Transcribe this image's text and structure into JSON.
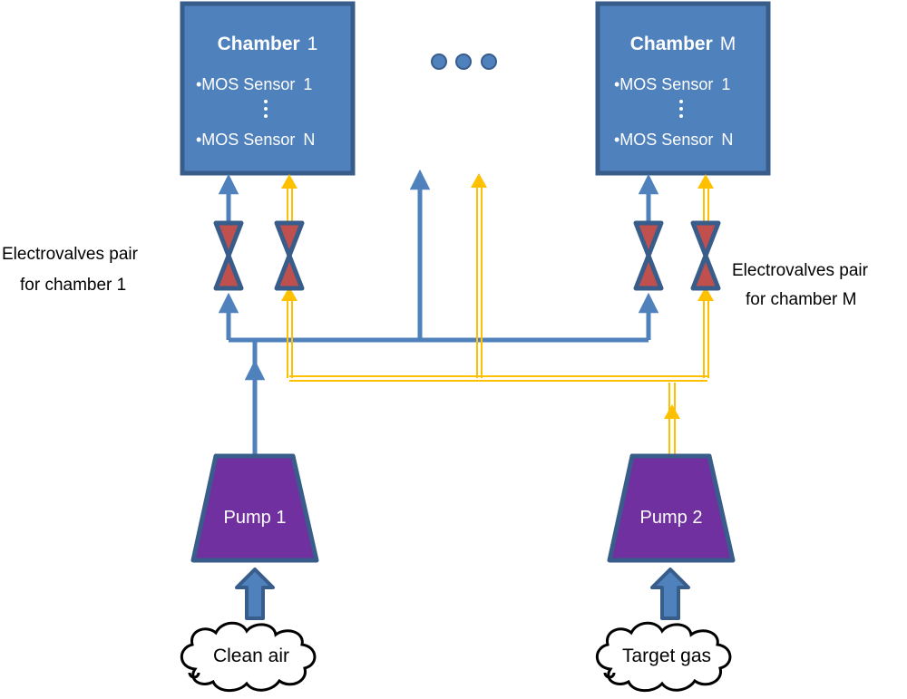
{
  "chambers": [
    {
      "title": "Chamber",
      "index": "1",
      "sensor_first": "•MOS Sensor",
      "sensor_first_idx": "1",
      "sensor_last": "•MOS Sensor",
      "sensor_last_idx": "N"
    },
    {
      "title": "Chamber",
      "index": "M",
      "sensor_first": "•MOS Sensor",
      "sensor_first_idx": "1",
      "sensor_last": "•MOS Sensor",
      "sensor_last_idx": "N"
    }
  ],
  "valve_labels": {
    "left_line1": "Electrovalves pair",
    "left_line2": "for chamber 1",
    "right_line1": "Electrovalves pair",
    "right_line2": "for chamber M"
  },
  "pumps": [
    {
      "label": "Pump 1"
    },
    {
      "label": "Pump 2"
    }
  ],
  "sources": [
    {
      "label": "Clean air"
    },
    {
      "label": "Target gas"
    }
  ],
  "colors": {
    "chamber_fill": "#4F81BD",
    "chamber_border": "#385D8A",
    "clean_line": "#4F81BD",
    "gas_line": "#FFC000",
    "valve_fill": "#C0504D",
    "pump_fill": "#7030A0",
    "pump_border": "#385D8A"
  }
}
